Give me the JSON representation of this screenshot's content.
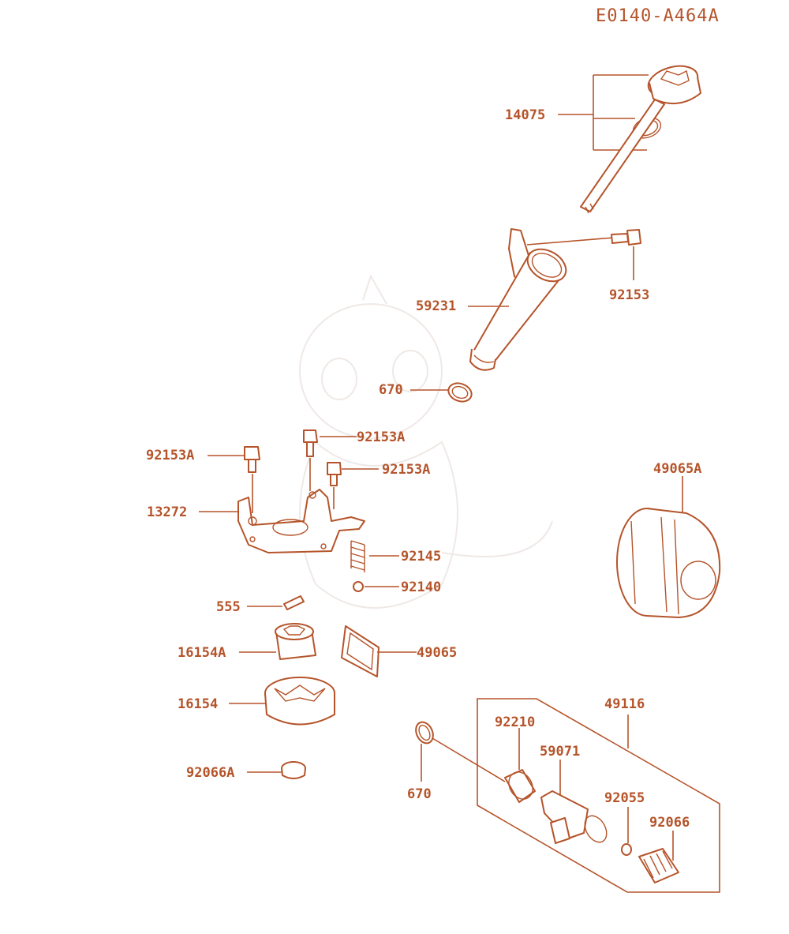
{
  "diagram_code": "E0140-A464A",
  "callouts": {
    "c14075": "14075",
    "c92153": "92153",
    "c59231": "59231",
    "c670_top": "670",
    "c92153A_1": "92153A",
    "c92153A_2": "92153A",
    "c92153A_3": "92153A",
    "c13272": "13272",
    "c92145": "92145",
    "c92140": "92140",
    "c555": "555",
    "c16154A": "16154A",
    "c49065": "49065",
    "c16154": "16154",
    "c92066A": "92066A",
    "c49065A": "49065A",
    "c49116": "49116",
    "c92210": "92210",
    "c59071": "59071",
    "c670_bottom": "670",
    "c92055": "92055",
    "c92066": "92066"
  },
  "colors": {
    "line": "#b5542a",
    "background": "#ffffff",
    "watermark": "#efe9e6"
  }
}
